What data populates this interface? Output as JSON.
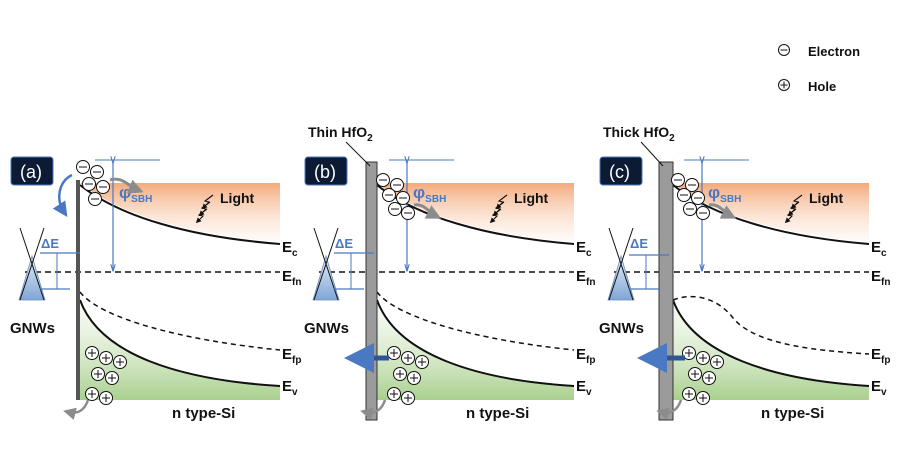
{
  "legend": {
    "electron_label": "Electron",
    "hole_label": "Hole"
  },
  "panels": [
    {
      "id": "(a)",
      "oxide_label": "",
      "oxide": "none"
    },
    {
      "id": "(b)",
      "oxide_label": "Thin HfO",
      "oxide_sub": "2",
      "oxide": "thin"
    },
    {
      "id": "(c)",
      "oxide_label": "Thick HfO",
      "oxide_sub": "2",
      "oxide": "thick"
    }
  ],
  "labels": {
    "ec": "E",
    "ec_sub": "c",
    "efn": "E",
    "efn_sub": "fn",
    "efp": "E",
    "efp_sub": "fp",
    "ev": "E",
    "ev_sub": "v",
    "light": "Light",
    "gnws": "GNWs",
    "substrate": "n type-Si",
    "delta_e": "ΔE",
    "phi": "φ",
    "phi_sub": "SBH"
  },
  "colors": {
    "conduction_fill": "#f2a574",
    "valence_fill": "#b9d9a3",
    "oxide": "#8a8a8a",
    "accent_blue": "#4a78c2",
    "arrow_gray": "#8c8c8c",
    "panel_tag_bg": "#0d1a33"
  }
}
